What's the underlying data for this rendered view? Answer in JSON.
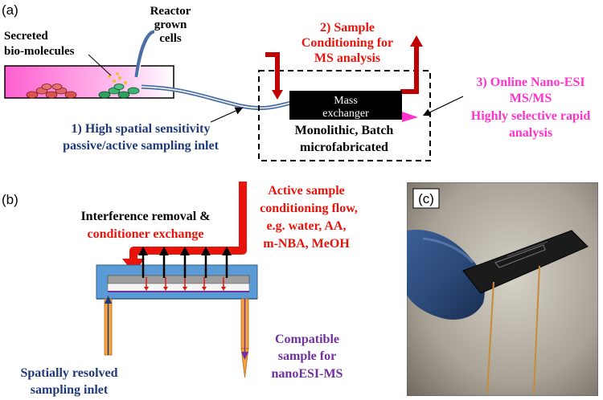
{
  "panel_a": {
    "label": "(a)",
    "secreted_1": "Secreted",
    "secreted_2": "bio-molecules",
    "reactor_1": "Reactor",
    "reactor_2": "grown",
    "reactor_3": "cells",
    "step2_1": "2) Sample",
    "step2_2": "Conditioning for",
    "step2_3": "MS analysis",
    "mass_1": "Mass",
    "mass_2": "exchanger",
    "step3_1": "3) Online Nano-ESI",
    "step3_2": "MS/MS",
    "step3_3": "Highly selective rapid",
    "step3_4": "analysis",
    "step1_1": "1) High spatial sensitivity",
    "step1_2": "passive/active sampling inlet",
    "mono_1": "Monolithic, Batch",
    "mono_2": "microfabricated"
  },
  "panel_b": {
    "label": "(b)",
    "active_1": "Active sample",
    "active_2": "conditioning flow,",
    "active_3": "e.g. water, AA,",
    "active_4": "m-NBA, MeOH",
    "interference_1": "Interference removal &",
    "interference_2": "conditioner exchange",
    "compat_1": "Compatible",
    "compat_2": "sample for",
    "compat_3": "nanoESI-MS",
    "spatial_1": "Spatially resolved",
    "spatial_2": "sampling inlet"
  },
  "panel_c": {
    "label": "(c)"
  },
  "colors": {
    "red": "#e8140c",
    "blue_text": "#1f3a78",
    "purple_text": "#7030a0",
    "magenta": "#ff33cc",
    "chip_blue": "#5b9bd5",
    "orange_tip": "#f4a340"
  }
}
